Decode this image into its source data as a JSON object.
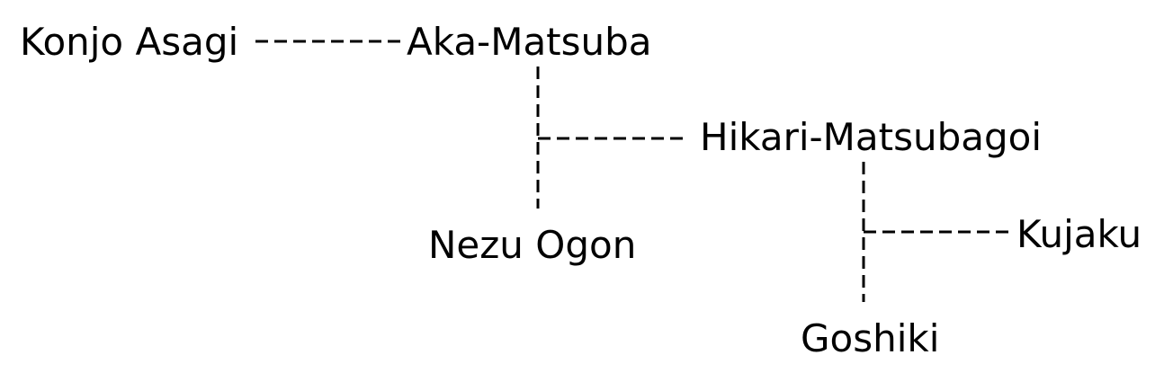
{
  "diagram": {
    "nodes": {
      "konjo_asagi": "Konjo Asagi",
      "aka_matsuba": "Aka-Matsuba",
      "hikari_matsubagoi": "Hikari-Matsubagoi",
      "nezu_ogon": "Nezu Ogon",
      "kujaku": "Kujaku",
      "goshiki": "Goshiki"
    },
    "edges": [
      {
        "from": "konjo_asagi",
        "to": "aka_matsuba",
        "style": "dashed"
      },
      {
        "from": "aka_matsuba",
        "to": "nezu_ogon",
        "style": "dashed"
      },
      {
        "from": "aka_matsuba",
        "to": "hikari_matsubagoi",
        "style": "dashed"
      },
      {
        "from": "hikari_matsubagoi",
        "to": "goshiki",
        "style": "dashed"
      },
      {
        "from": "hikari_matsubagoi",
        "to": "kujaku",
        "style": "dashed"
      }
    ]
  }
}
